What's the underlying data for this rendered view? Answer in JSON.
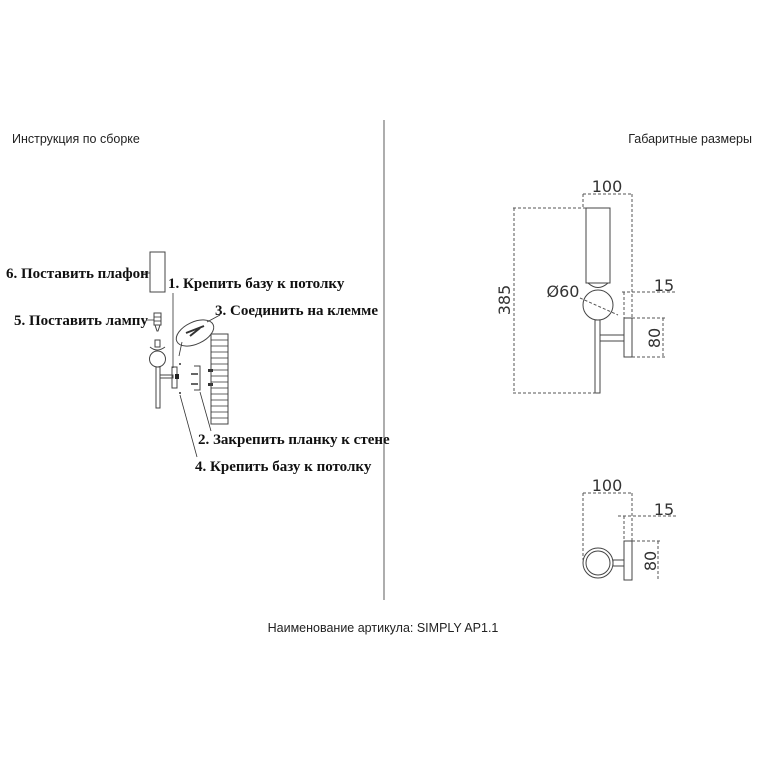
{
  "left_title": "Инструкция по сборке",
  "right_title": "Габаритные размеры",
  "steps": {
    "s6": "6. Поставить плафон",
    "s1": "1. Крепить базу к потолку",
    "s5": "5. Поставить лампу",
    "s3": "3. Соединить на клемме",
    "s2": "2. Закрепить планку к стене",
    "s4": "4. Крепить базу к потолку"
  },
  "dimensions": {
    "front": {
      "width": "100",
      "height": "385",
      "diameter": "Ø60",
      "offset": "15",
      "plate": "80"
    },
    "top": {
      "width": "100",
      "offset": "15",
      "plate": "80"
    }
  },
  "footer": "Наименование артикула: SIMPLY AP1.1"
}
